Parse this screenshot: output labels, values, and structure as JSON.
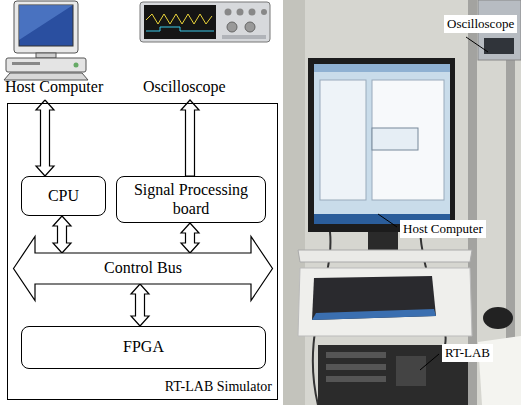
{
  "diagram": {
    "nodes": [
      {
        "text": [
          "Host Computer"
        ]
      },
      {
        "text": [
          "Oscilloscope"
        ]
      },
      {
        "text": [
          "RT-LAB Simulator"
        ]
      },
      {
        "text": [
          "CPU"
        ],
        "in": 2
      },
      {
        "text": [
          "Signal Processing board"
        ],
        "in": 2
      },
      {
        "text": [
          "Control Bus"
        ],
        "in": 2
      },
      {
        "text": [
          "FPGA"
        ],
        "in": 2
      }
    ],
    "edges": [
      {
        "from": 0,
        "to": 3,
        "arrow": "both"
      },
      {
        "from": 4,
        "to": 1,
        "arrow": "to"
      },
      {
        "from": 3,
        "to": 5,
        "arrow": "both"
      },
      {
        "from": 4,
        "to": 5,
        "arrow": "both"
      },
      {
        "from": 5,
        "to": 6,
        "arrow": "both"
      }
    ],
    "labels": [
      "Oscilloscope",
      "Host Computer",
      "RT-LAB"
    ]
  }
}
